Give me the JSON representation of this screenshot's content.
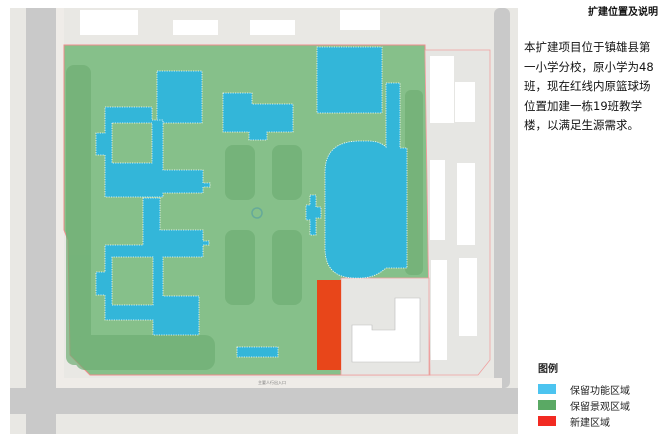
{
  "panel": {
    "title": "扩建位置及说明",
    "description": "本扩建项目位于镇雄县第一小学分校，原小学为48班，现在红线内原篮球场位置加建一栋19班教学楼，以满足生源需求。"
  },
  "map": {
    "entrance_label": "主要人行出入口",
    "colors": {
      "retained_function": "#33b6d9",
      "retained_landscape": "#86c08a",
      "new_build": "#e8461a"
    }
  },
  "legend": {
    "title": "图例",
    "items": [
      {
        "label": "保留功能区域",
        "color": "#4cc4f0"
      },
      {
        "label": "保留景观区域",
        "color": "#5aa964"
      },
      {
        "label": "新建区域",
        "color": "#f22a22"
      }
    ]
  }
}
